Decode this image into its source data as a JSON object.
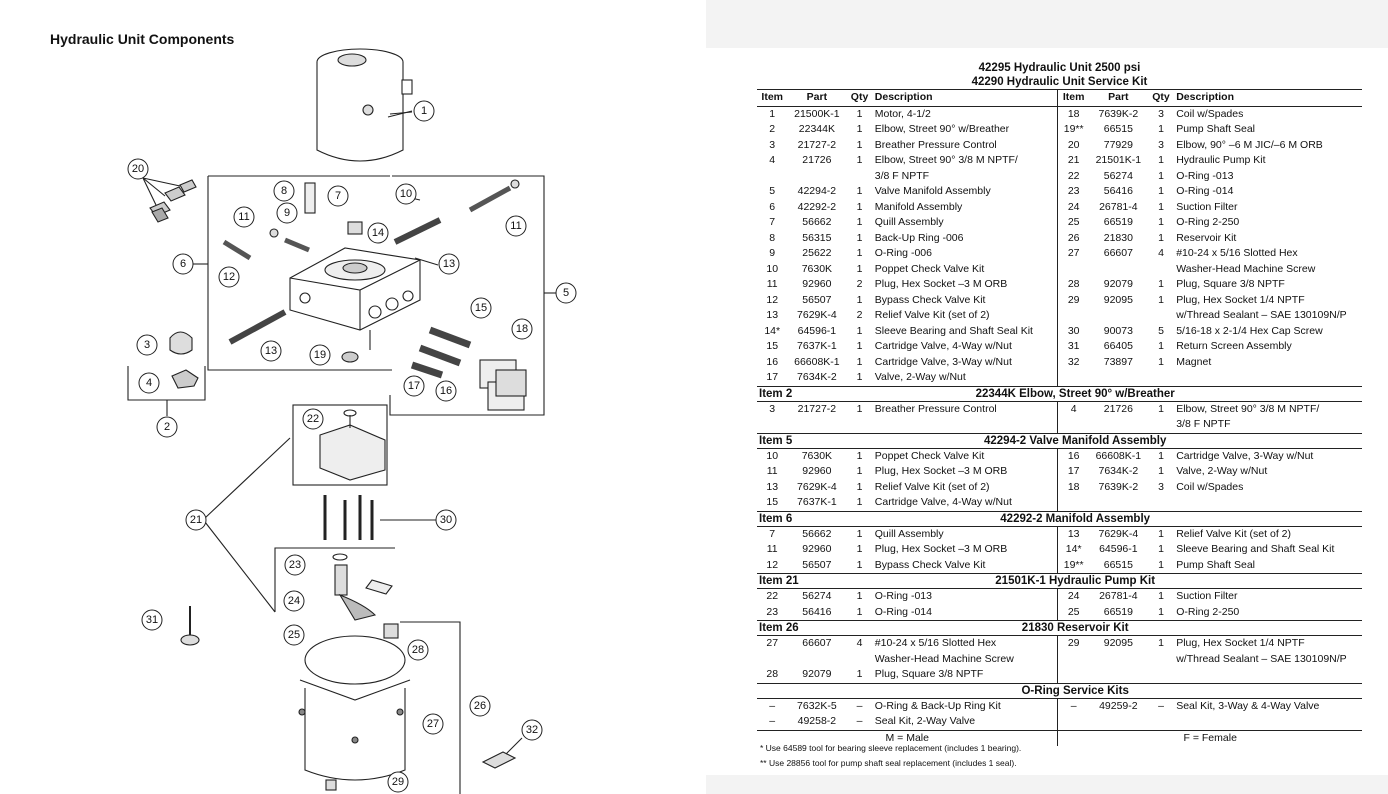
{
  "diagram": {
    "title": "Hydraulic Unit Components",
    "callouts": [
      "1",
      "2",
      "3",
      "4",
      "5",
      "6",
      "7",
      "8",
      "9",
      "10",
      "11",
      "11",
      "12",
      "13",
      "13",
      "14",
      "15",
      "16",
      "17",
      "18",
      "19",
      "20",
      "21",
      "22",
      "23",
      "24",
      "25",
      "26",
      "27",
      "28",
      "29",
      "30",
      "31",
      "32"
    ]
  },
  "table": {
    "title_line1": "42295 Hydraulic Unit 2500 psi",
    "title_line2": "42290 Hydraulic Unit Service Kit",
    "col_headers": {
      "item": "Item",
      "part": "Part",
      "qty": "Qty",
      "desc": "Description"
    },
    "main_left": [
      [
        "1",
        "21500K-1",
        "1",
        "Motor, 4-1/2"
      ],
      [
        "2",
        "22344K",
        "1",
        "Elbow, Street 90° w/Breather"
      ],
      [
        "3",
        "21727-2",
        "1",
        "Breather Pressure Control"
      ],
      [
        "4",
        "21726",
        "1",
        "Elbow, Street 90° 3/8 M NPTF/"
      ],
      [
        "",
        "",
        "",
        "3/8 F NPTF"
      ],
      [
        "5",
        "42294-2",
        "1",
        "Valve Manifold Assembly"
      ],
      [
        "6",
        "42292-2",
        "1",
        "Manifold Assembly"
      ],
      [
        "7",
        "56662",
        "1",
        "Quill Assembly"
      ],
      [
        "8",
        "56315",
        "1",
        "Back-Up Ring -006"
      ],
      [
        "9",
        "25622",
        "1",
        "O-Ring -006"
      ],
      [
        "10",
        "7630K",
        "1",
        "Poppet Check Valve Kit"
      ],
      [
        "11",
        "92960",
        "2",
        "Plug, Hex Socket –3 M ORB"
      ],
      [
        "12",
        "56507",
        "1",
        "Bypass Check Valve Kit"
      ],
      [
        "13",
        "7629K-4",
        "2",
        "Relief Valve Kit (set of 2)"
      ],
      [
        "14*",
        "64596-1",
        "1",
        "Sleeve Bearing and Shaft Seal Kit"
      ],
      [
        "15",
        "7637K-1",
        "1",
        "Cartridge Valve, 4-Way w/Nut"
      ],
      [
        "16",
        "66608K-1",
        "1",
        "Cartridge Valve, 3-Way w/Nut"
      ],
      [
        "17",
        "7634K-2",
        "1",
        "Valve, 2-Way w/Nut"
      ]
    ],
    "main_right": [
      [
        "18",
        "7639K-2",
        "3",
        "Coil w/Spades"
      ],
      [
        "19**",
        "66515",
        "1",
        "Pump Shaft Seal"
      ],
      [
        "20",
        "77929",
        "3",
        "Elbow, 90° –6 M JIC/–6 M ORB"
      ],
      [
        "21",
        "21501K-1",
        "1",
        "Hydraulic Pump Kit"
      ],
      [
        "22",
        "56274",
        "1",
        "O-Ring -013"
      ],
      [
        "23",
        "56416",
        "1",
        "O-Ring -014"
      ],
      [
        "24",
        "26781-4",
        "1",
        "Suction Filter"
      ],
      [
        "25",
        "66519",
        "1",
        "O-Ring 2-250"
      ],
      [
        "26",
        "21830",
        "1",
        "Reservoir Kit"
      ],
      [
        "27",
        "66607",
        "4",
        "#10-24 x 5/16 Slotted Hex"
      ],
      [
        "",
        "",
        "",
        "Washer-Head Machine Screw"
      ],
      [
        "28",
        "92079",
        "1",
        "Plug, Square 3/8 NPTF"
      ],
      [
        "29",
        "92095",
        "1",
        "Plug, Hex Socket 1/4 NPTF"
      ],
      [
        "",
        "",
        "",
        "w/Thread Sealant – SAE 130109N/P"
      ],
      [
        "30",
        "90073",
        "5",
        "5/16-18 x 2-1/4 Hex Cap Screw"
      ],
      [
        "31",
        "66405",
        "1",
        "Return Screen Assembly"
      ],
      [
        "32",
        "73897",
        "1",
        "Magnet"
      ],
      [
        "",
        "",
        "",
        ""
      ]
    ],
    "sections": [
      {
        "item_label": "Item 2",
        "heading": "22344K  Elbow, Street 90° w/Breather",
        "left": [
          [
            "3",
            "21727-2",
            "1",
            "Breather Pressure Control"
          ],
          [
            "",
            "",
            "",
            ""
          ]
        ],
        "right": [
          [
            "4",
            "21726",
            "1",
            "Elbow, Street 90° 3/8 M NPTF/"
          ],
          [
            "",
            "",
            "",
            "3/8 F NPTF"
          ]
        ]
      },
      {
        "item_label": "Item 5",
        "heading": "42294-2  Valve Manifold Assembly",
        "left": [
          [
            "10",
            "7630K",
            "1",
            "Poppet Check Valve Kit"
          ],
          [
            "11",
            "92960",
            "1",
            "Plug, Hex Socket –3 M ORB"
          ],
          [
            "13",
            "7629K-4",
            "1",
            "Relief Valve Kit (set of 2)"
          ],
          [
            "15",
            "7637K-1",
            "1",
            "Cartridge Valve, 4-Way w/Nut"
          ]
        ],
        "right": [
          [
            "16",
            "66608K-1",
            "1",
            "Cartridge Valve, 3-Way w/Nut"
          ],
          [
            "17",
            "7634K-2",
            "1",
            "Valve, 2-Way w/Nut"
          ],
          [
            "18",
            "7639K-2",
            "3",
            "Coil w/Spades"
          ],
          [
            "",
            "",
            "",
            ""
          ]
        ]
      },
      {
        "item_label": "Item 6",
        "heading": "42292-2  Manifold Assembly",
        "left": [
          [
            "7",
            "56662",
            "1",
            "Quill Assembly"
          ],
          [
            "11",
            "92960",
            "1",
            "Plug, Hex Socket –3 M ORB"
          ],
          [
            "12",
            "56507",
            "1",
            "Bypass Check Valve Kit"
          ]
        ],
        "right": [
          [
            "13",
            "7629K-4",
            "1",
            "Relief Valve Kit (set of 2)"
          ],
          [
            "14*",
            "64596-1",
            "1",
            "Sleeve Bearing and Shaft Seal Kit"
          ],
          [
            "19**",
            "66515",
            "1",
            "Pump Shaft Seal"
          ]
        ]
      },
      {
        "item_label": "Item 21",
        "heading": "21501K-1  Hydraulic Pump Kit",
        "left": [
          [
            "22",
            "56274",
            "1",
            "O-Ring -013"
          ],
          [
            "23",
            "56416",
            "1",
            "O-Ring -014"
          ]
        ],
        "right": [
          [
            "24",
            "26781-4",
            "1",
            "Suction Filter"
          ],
          [
            "25",
            "66519",
            "1",
            "O-Ring 2-250"
          ]
        ]
      },
      {
        "item_label": "Item 26",
        "heading": "21830  Reservoir Kit",
        "left": [
          [
            "27",
            "66607",
            "4",
            "#10-24 x 5/16 Slotted Hex"
          ],
          [
            "",
            "",
            "",
            "Washer-Head Machine Screw"
          ],
          [
            "28",
            "92079",
            "1",
            "Plug, Square 3/8 NPTF"
          ]
        ],
        "right": [
          [
            "29",
            "92095",
            "1",
            "Plug, Hex Socket 1/4 NPTF"
          ],
          [
            "",
            "",
            "",
            "w/Thread Sealant – SAE 130109N/P"
          ],
          [
            "",
            "",
            "",
            ""
          ]
        ]
      },
      {
        "item_label": "",
        "heading": "O-Ring Service Kits",
        "left": [
          [
            "–",
            "7632K-5",
            "–",
            "O-Ring & Back-Up Ring Kit"
          ],
          [
            "–",
            "49258-2",
            "–",
            "Seal Kit, 2-Way Valve"
          ]
        ],
        "right": [
          [
            "–",
            "49259-2",
            "–",
            "Seal Kit, 3-Way & 4-Way Valve"
          ],
          [
            "",
            "",
            "",
            ""
          ]
        ]
      }
    ],
    "legend_male": "M = Male",
    "legend_female": "F = Female"
  },
  "notes": [
    "*   Use 64589 tool for bearing sleeve replacement (includes 1 bearing).",
    "**  Use 28856 tool for pump shaft seal replacement (includes 1 seal)."
  ]
}
